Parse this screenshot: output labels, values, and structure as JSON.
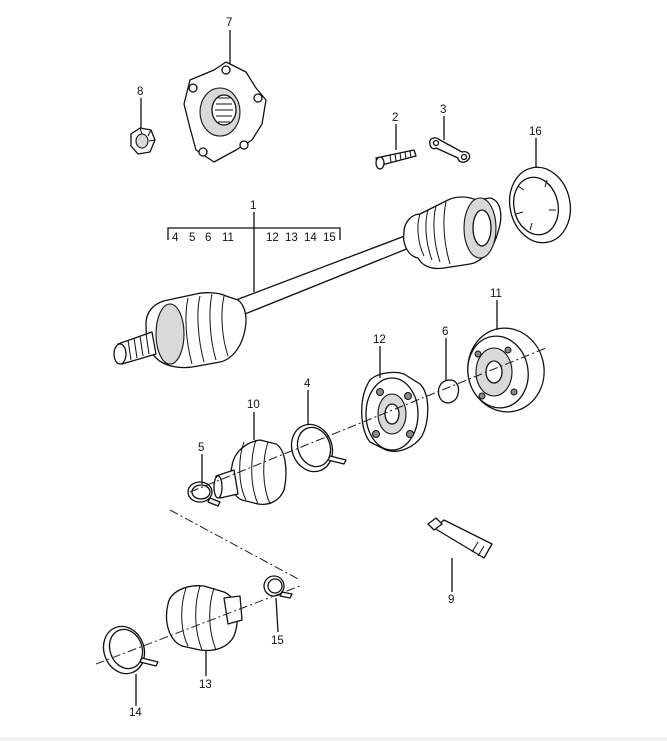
{
  "callouts": {
    "c1": "1",
    "c2": "2",
    "c3": "3",
    "c4": "4",
    "c5": "5",
    "c6": "6",
    "c7": "7",
    "c8": "8",
    "c9": "9",
    "c10": "10",
    "c11": "11",
    "c12": "12",
    "c13": "13",
    "c14": "14",
    "c15": "15",
    "c16": "16"
  },
  "assembly_group": {
    "left": [
      "4",
      "5",
      "6",
      "11"
    ],
    "right": [
      "12",
      "13",
      "14",
      "15"
    ]
  },
  "colors": {
    "line": "#111111",
    "background": "#ffffff",
    "shade": "#d9d9d9"
  }
}
